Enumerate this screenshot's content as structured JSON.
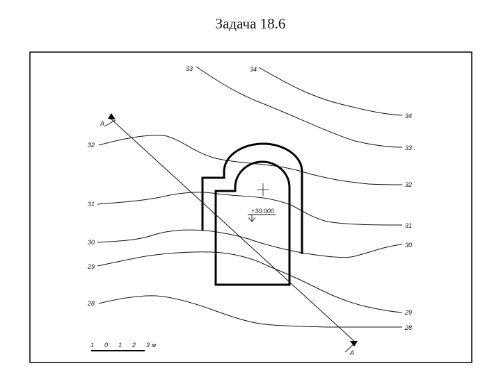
{
  "slide": {
    "title": "Задача 18.6"
  },
  "contour_labels": {
    "c33_top": "33",
    "c34_top": "34",
    "c34_right": "34",
    "c33_right": "33",
    "c32_left": "32",
    "c32_right": "32",
    "c31_left": "31",
    "c31_right": "31",
    "c30_left": "30",
    "c30_right": "30",
    "c29_left": "29",
    "c29_right": "29",
    "c28_left": "28",
    "c28_right": "28"
  },
  "section": {
    "start_label": "A",
    "end_label": "A"
  },
  "benchmark": {
    "elevation": "+30.000"
  },
  "scale_bar": {
    "ticks": [
      "1",
      "0",
      "1",
      "2",
      "3"
    ],
    "unit": "м"
  }
}
